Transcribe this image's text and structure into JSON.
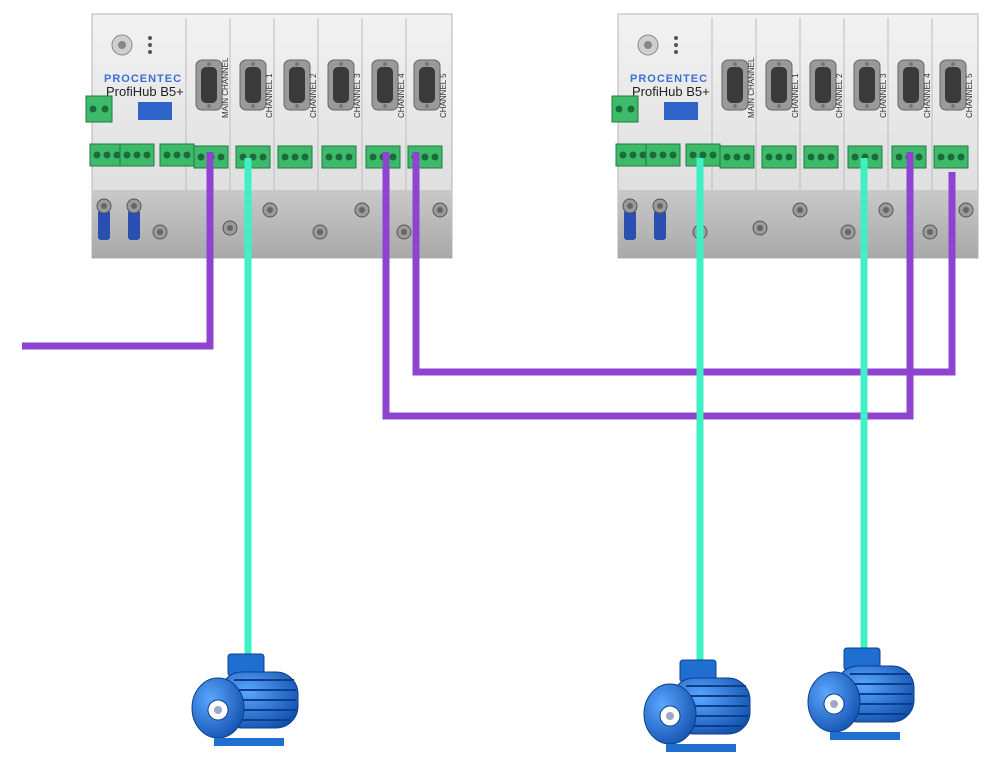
{
  "hub_left": {
    "brand": "PROCENTEC",
    "model": "ProfiHub B5+",
    "channels": [
      "MAIN CHANNEL",
      "CHANNEL 1",
      "CHANNEL 2",
      "CHANNEL 3",
      "CHANNEL 4",
      "CHANNEL 5"
    ]
  },
  "hub_right": {
    "brand": "PROCENTEC",
    "model": "ProfiHub B5+",
    "channels": [
      "MAIN CHANNEL",
      "CHANNEL 1",
      "CHANNEL 2",
      "CHANNEL 3",
      "CHANNEL 4",
      "CHANNEL 5"
    ]
  },
  "colors": {
    "profibus_cable": "#8e44d0",
    "drive_cable": "#3ef0c4",
    "motor": "#1f6fd1",
    "terminal": "#3dbb6b",
    "hub_body": "#e6e6e6"
  },
  "motors": [
    {
      "icon": "electric-motor-icon"
    },
    {
      "icon": "electric-motor-icon"
    },
    {
      "icon": "electric-motor-icon"
    }
  ]
}
